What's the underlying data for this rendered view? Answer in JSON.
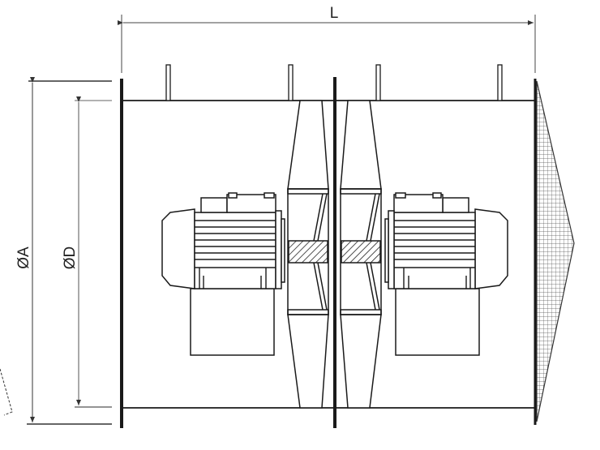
{
  "dimensions": {
    "length_label": "L",
    "outer_diameter_label": "ØA",
    "inner_diameter_label": "ØD"
  },
  "colors": {
    "line": "#1a1a1a",
    "dimension_line": "#444444",
    "background": "#ffffff"
  }
}
